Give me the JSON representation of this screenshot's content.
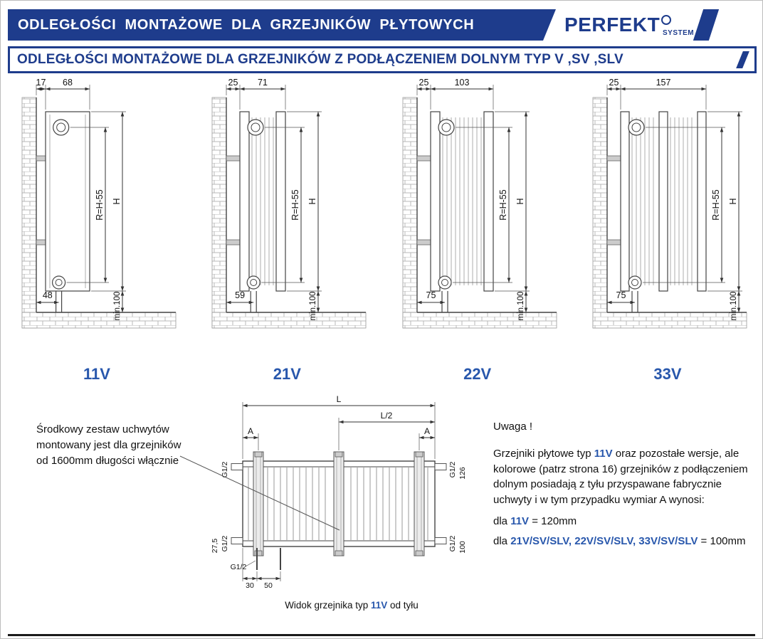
{
  "colors": {
    "navy": "#1e3c8c",
    "accent": "#2857ac",
    "line": "#333333"
  },
  "header": {
    "title": "ODLEGŁOŚCI  MONTAŻOWE  DLA  GRZEJNIKÓW  PŁYTOWYCH",
    "brand": "PERFEKT",
    "brand_sub": "SYSTEM"
  },
  "subheader": {
    "title": "ODLEGŁOŚCI MONTAŻOWE DLA GRZEJNIKÓW Z PODŁĄCZENIEM DOLNYM TYP V ,SV ,SLV"
  },
  "diagrams": [
    {
      "type_label": "11V",
      "wall_offset": "17",
      "depth": "68",
      "r_label": "R=H-55",
      "h_label": "H",
      "bottom_offset": "48",
      "min_label": "min.100"
    },
    {
      "type_label": "21V",
      "wall_offset": "25",
      "depth": "71",
      "r_label": "R=H-55",
      "h_label": "H",
      "bottom_offset": "59",
      "min_label": "min.100"
    },
    {
      "type_label": "22V",
      "wall_offset": "25",
      "depth": "103",
      "r_label": "R=H-55",
      "h_label": "H",
      "bottom_offset": "75",
      "min_label": "min.100"
    },
    {
      "type_label": "33V",
      "wall_offset": "25",
      "depth": "157",
      "r_label": "R=H-55",
      "h_label": "H",
      "bottom_offset": "75",
      "min_label": "min.100"
    }
  ],
  "note_left": {
    "line1": "Środkowy zestaw uchwytów",
    "line2": "montowany jest dla grzejników",
    "line3": "od 1600mm długości włącznie"
  },
  "rear": {
    "dim_l": "L",
    "dim_l2": "L/2",
    "dim_a": "A",
    "g12": "G1/2",
    "dim_126": "126",
    "dim_27_5": "27,5",
    "dim_100": "100",
    "dim_30": "30",
    "dim_50": "50",
    "caption_pre": "Widok grzejnika typ ",
    "caption_type": "11V",
    "caption_post": " od tyłu"
  },
  "note_right": {
    "title": "Uwaga !",
    "p1_a": "Grzejniki płytowe typ ",
    "p1_type": "11V",
    "p1_b": " oraz pozostałe wersje, ale kolorowe (patrz strona 16) grzejników z podłączeniem dolnym posiadają z tyłu przyspawane fabrycznie uchwyty i w tym przypadku wymiar A wynosi:",
    "l2_a": "dla ",
    "l2_type": "11V",
    "l2_b": " = 120mm",
    "l3_a": "dla ",
    "l3_type": "21V/SV/SLV, 22V/SV/SLV, 33V/SV/SLV",
    "l3_b": " = 100mm"
  }
}
